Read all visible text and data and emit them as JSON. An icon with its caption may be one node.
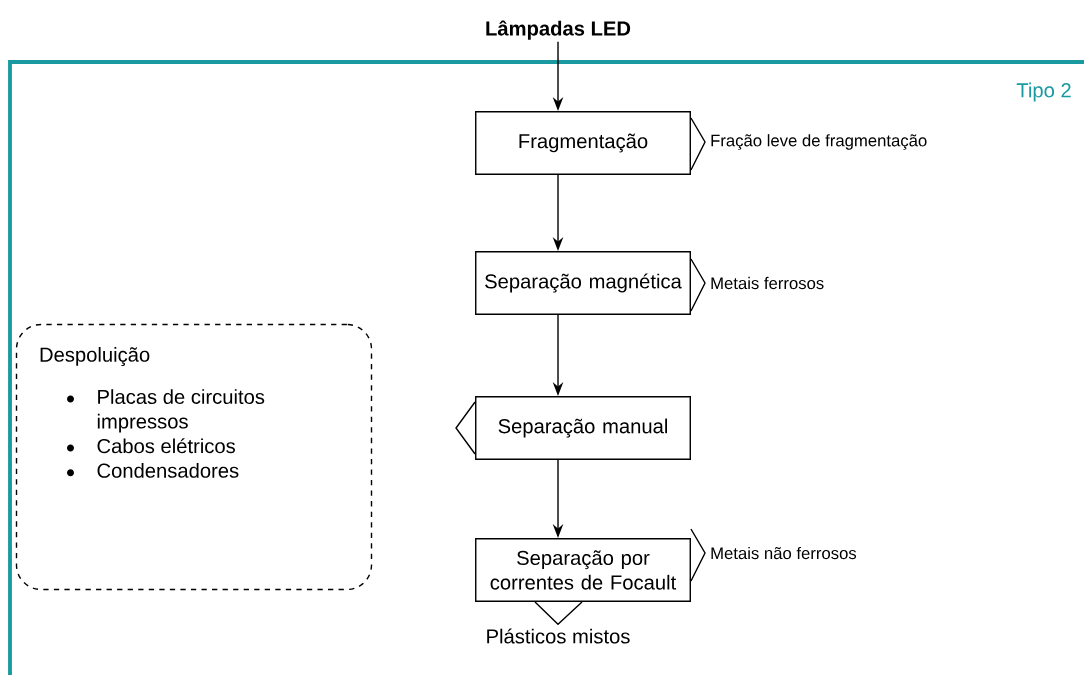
{
  "diagram": {
    "nodes": [
      {
        "text": [
          "Lâmpadas LED"
        ]
      },
      {
        "text": [
          "Tipo 2"
        ]
      },
      {
        "text": [
          "Fragmentação"
        ],
        "in": 1
      },
      {
        "text": [
          "Separação magnética"
        ],
        "in": 1
      },
      {
        "text": [
          "Separação manual"
        ],
        "in": 1
      },
      {
        "text": [
          "Separação por correntes de Focault"
        ],
        "in": 1
      },
      {
        "text": [
          "Despoluição",
          "Placas de circuitos impressos",
          "Cabos elétricos",
          "Condensadores"
        ],
        "in": 1
      },
      {
        "text": [
          "Fração leve de fragmentação"
        ],
        "in": 1
      },
      {
        "text": [
          "Metais ferrosos"
        ],
        "in": 1
      },
      {
        "text": [
          "Metais não ferrosos"
        ],
        "in": 1
      },
      {
        "text": [
          "Plásticos mistos"
        ],
        "in": 1
      }
    ],
    "edges": [
      {
        "from": 0,
        "to": 2,
        "arrow": "to"
      },
      {
        "from": 2,
        "to": 3,
        "arrow": "to"
      },
      {
        "from": 3,
        "to": 4,
        "arrow": "to"
      },
      {
        "from": 4,
        "to": 5,
        "arrow": "to"
      },
      {
        "from": 2,
        "to": 7,
        "arrow": "to"
      },
      {
        "from": 3,
        "to": 8,
        "arrow": "to"
      },
      {
        "from": 4,
        "to": null,
        "arrow": "to"
      },
      {
        "from": 5,
        "to": 9,
        "arrow": "to"
      },
      {
        "from": 5,
        "to": 10,
        "arrow": "to"
      }
    ]
  }
}
